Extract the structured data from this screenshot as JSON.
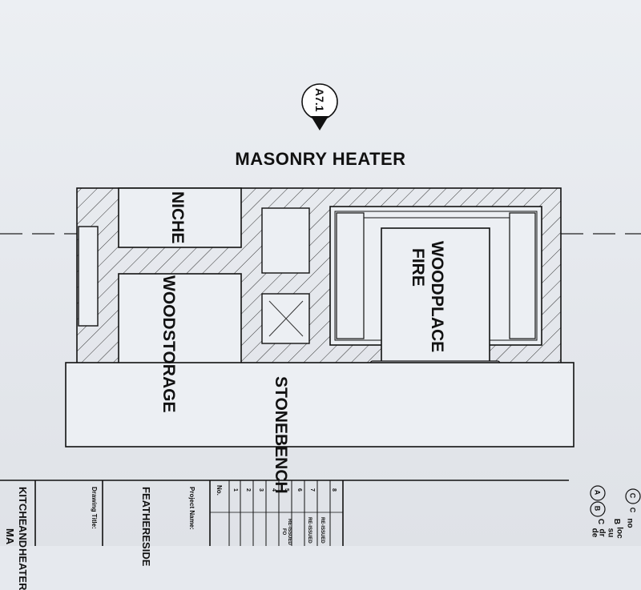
{
  "drawing": {
    "title": "MASONRY HEATER",
    "section_marker": "A7.1",
    "labels": {
      "niche": "NICHE",
      "wood_storage": [
        "WOOD",
        "STORAGE"
      ],
      "wood_fire_place": [
        "WOOD FIRE",
        "PLACE"
      ],
      "stone_bench": [
        "STONE",
        "BENCH"
      ]
    }
  },
  "title_block": {
    "drawing_title_label": "Drawing Title:",
    "drawing_title_lines": [
      "KITCHE",
      "AND MA",
      "HEATER"
    ],
    "project_name_label": "Project Name:",
    "project_name_lines": [
      "FEATHE",
      "RESIDE"
    ],
    "revision_header": "No.",
    "revision_numbers": [
      "1",
      "2",
      "3",
      "4",
      "5",
      "6",
      "7",
      "8"
    ],
    "revision_notes": [
      "RE-ISSUED FO",
      "RE-ISSUED",
      "RE-ISSUED"
    ]
  },
  "legend": {
    "items": [
      {
        "symbol": "C",
        "text": "no"
      },
      {
        "symbol": "B",
        "text": "loc"
      },
      {
        "symbol": "",
        "text": "su"
      },
      {
        "symbol": "C",
        "text": "dr"
      },
      {
        "symbol": "",
        "text": "de"
      }
    ],
    "bubble_letters": [
      "A",
      "B",
      "C"
    ]
  }
}
